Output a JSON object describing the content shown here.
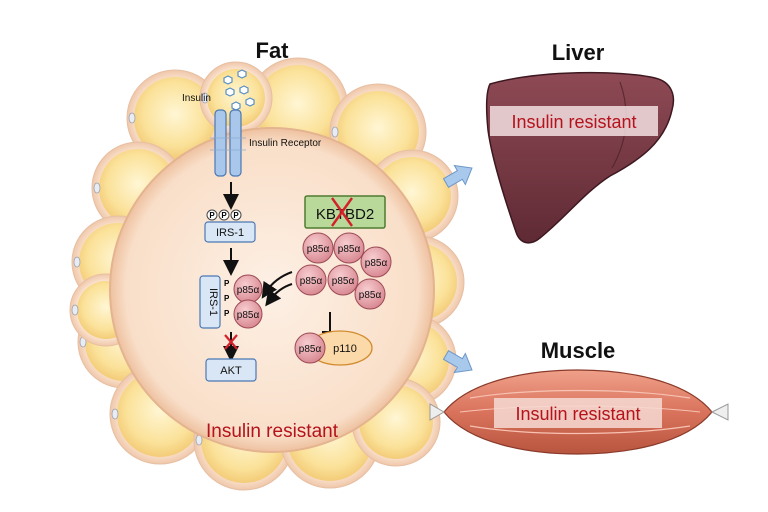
{
  "titles": {
    "fat": "Fat",
    "liver": "Liver",
    "muscle": "Muscle"
  },
  "labels": {
    "insulin": "Insulin",
    "insulin_receptor": "Insulin Receptor",
    "phospho": "P",
    "irs1": "IRS-1",
    "p85a": "p85α",
    "p110": "p110",
    "akt": "AKT",
    "kbtbd2": "KBTBD2",
    "fat_status": "Insulin resistant",
    "liver_status": "Insulin resistant",
    "muscle_status": "Insulin resistant"
  },
  "colors": {
    "adipocyte_fill": "#fbe7a6",
    "adipocyte_rim": "#f7d8c2",
    "cell_interior": "#fbe6d6",
    "receptor": "#a9c7ea",
    "box_fill": "#d9e6f5",
    "box_stroke": "#4a78b5",
    "p85_fill": "#e9a7ad",
    "p85_stroke": "#9c4a55",
    "p110_fill": "#fbd9a8",
    "kbtbd2_fill": "#b9d99a",
    "resistant_text": "#b5121b",
    "liver": "#7a3a45",
    "muscle": "#d9826b",
    "flow_arrow": "#a9c9ec"
  },
  "icons": {
    "liver": "liver-organ-icon",
    "muscle": "muscle-organ-icon",
    "knockout": "red-x-icon",
    "flow": "right-block-arrow-icon"
  }
}
